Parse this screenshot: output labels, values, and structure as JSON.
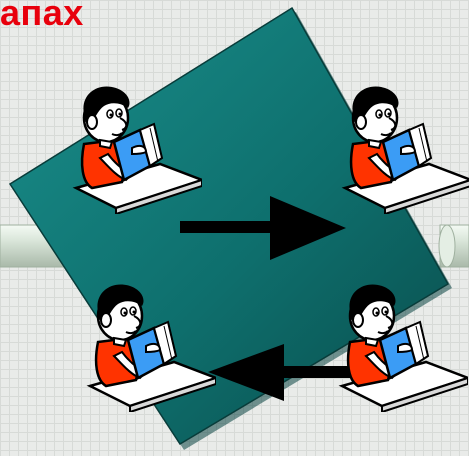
{
  "title": "апах",
  "colors": {
    "title": "#e8000c",
    "diamond": "#0f7a78",
    "diamond_shadow": "#0c4e4c",
    "pipe": "#c9d9c9",
    "shirt": "#ff3300",
    "book": "#3b9cf5",
    "hair": "#000000",
    "desk": "#ffffff"
  },
  "figures": [
    {
      "name": "student-top-left",
      "icon": "reading-student-icon"
    },
    {
      "name": "student-top-right",
      "icon": "reading-student-icon"
    },
    {
      "name": "student-bottom-left",
      "icon": "reading-student-icon"
    },
    {
      "name": "student-bottom-right",
      "icon": "reading-student-icon"
    }
  ],
  "arrows": [
    {
      "name": "arrow-right",
      "direction": "right",
      "from": "student-top-left",
      "to": "student-top-right"
    },
    {
      "name": "arrow-left",
      "direction": "left",
      "from": "student-bottom-right",
      "to": "student-bottom-left"
    }
  ]
}
